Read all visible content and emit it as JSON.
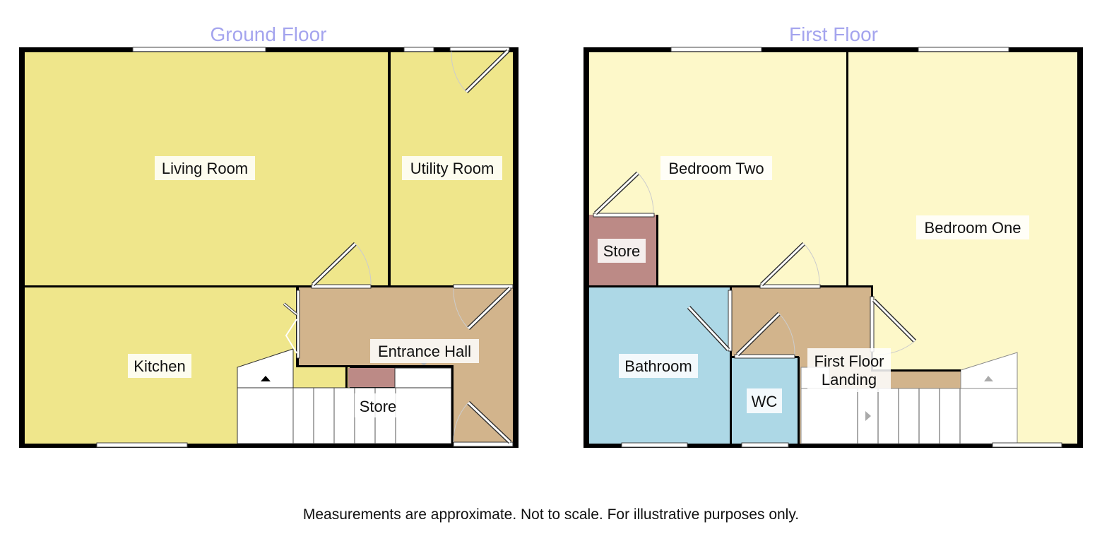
{
  "ground_floor": {
    "title": "Ground Floor",
    "rooms": {
      "living_room": "Living Room",
      "utility_room": "Utility Room",
      "kitchen": "Kitchen",
      "entrance_hall": "Entrance Hall",
      "store": "Store"
    }
  },
  "first_floor": {
    "title": "First Floor",
    "rooms": {
      "bedroom_two": "Bedroom Two",
      "bedroom_one": "Bedroom One",
      "store": "Store",
      "bathroom": "Bathroom",
      "wc": "WC",
      "landing_line1": "First Floor",
      "landing_line2": "Landing"
    }
  },
  "colors": {
    "ground": "#efe68b",
    "hall": "#d2b48c",
    "store": "#bc8a86",
    "first": "#fdf8c9",
    "bath": "#add8e6",
    "title": "#a4a4ee"
  },
  "footer": "Measurements are approximate. Not to scale. For illustrative purposes only."
}
